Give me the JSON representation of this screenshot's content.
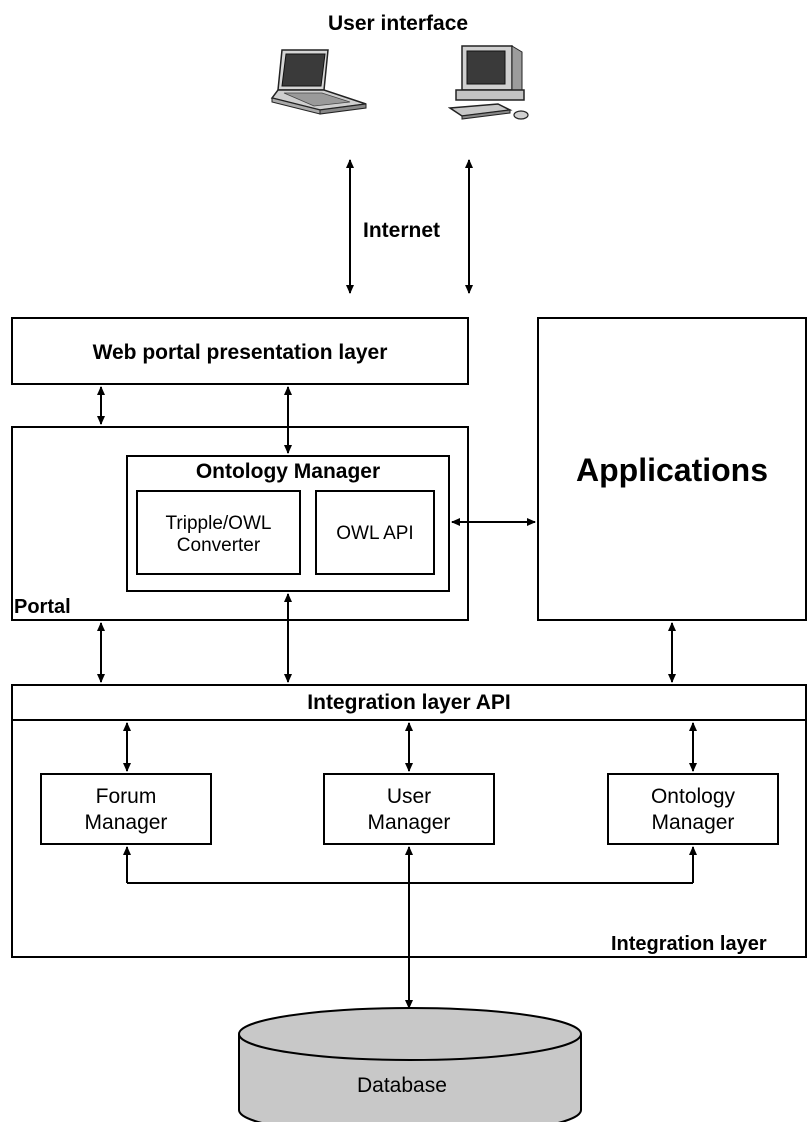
{
  "user_interface": {
    "title": "User interface",
    "devices": [
      "laptop-icon",
      "desktop-computer-icon"
    ]
  },
  "internet": {
    "label": "Internet"
  },
  "web_portal": {
    "label": "Web portal presentation layer"
  },
  "portal": {
    "label": "Portal",
    "ontology_manager": {
      "title": "Ontology Manager",
      "converter": {
        "line1": "Tripple/OWL",
        "line2": "Converter"
      },
      "owl_api": "OWL API"
    }
  },
  "applications": {
    "label": "Applications"
  },
  "integration": {
    "api_label": "Integration layer API",
    "layer_label": "Integration layer",
    "forum_manager": {
      "line1": "Forum",
      "line2": "Manager"
    },
    "user_manager": {
      "line1": "User",
      "line2": "Manager"
    },
    "ontology_manager": {
      "line1": "Ontology",
      "line2": "Manager"
    }
  },
  "database": {
    "label": "Database",
    "fill": "#c8c8c8"
  },
  "colors": {
    "line": "#000000",
    "background": "#ffffff"
  }
}
